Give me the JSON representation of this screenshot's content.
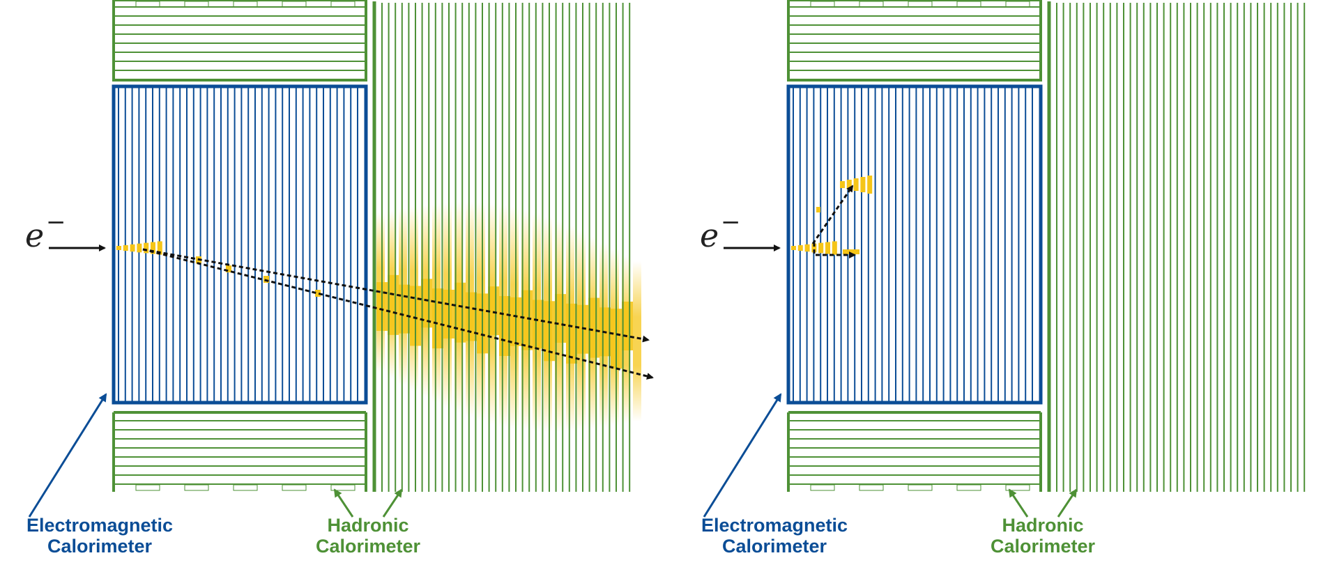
{
  "panels": [
    {
      "id": "left",
      "particle": "e",
      "particle_charge": "−",
      "em_label": [
        "Electromagnetic",
        "Calorimeter"
      ],
      "had_label": [
        "Hadronic",
        "Calorimeter"
      ],
      "shower_in_hcal": true
    },
    {
      "id": "right",
      "particle": "e",
      "particle_charge": "−",
      "em_label": [
        "Electromagnetic",
        "Calorimeter"
      ],
      "had_label": [
        "Hadronic",
        "Calorimeter"
      ],
      "shower_in_hcal": false
    }
  ],
  "colors": {
    "em_calorimeter": "#0b4d96",
    "had_calorimeter": "#4e9136",
    "energy_deposit": "#f5c518",
    "track": "#111111"
  }
}
